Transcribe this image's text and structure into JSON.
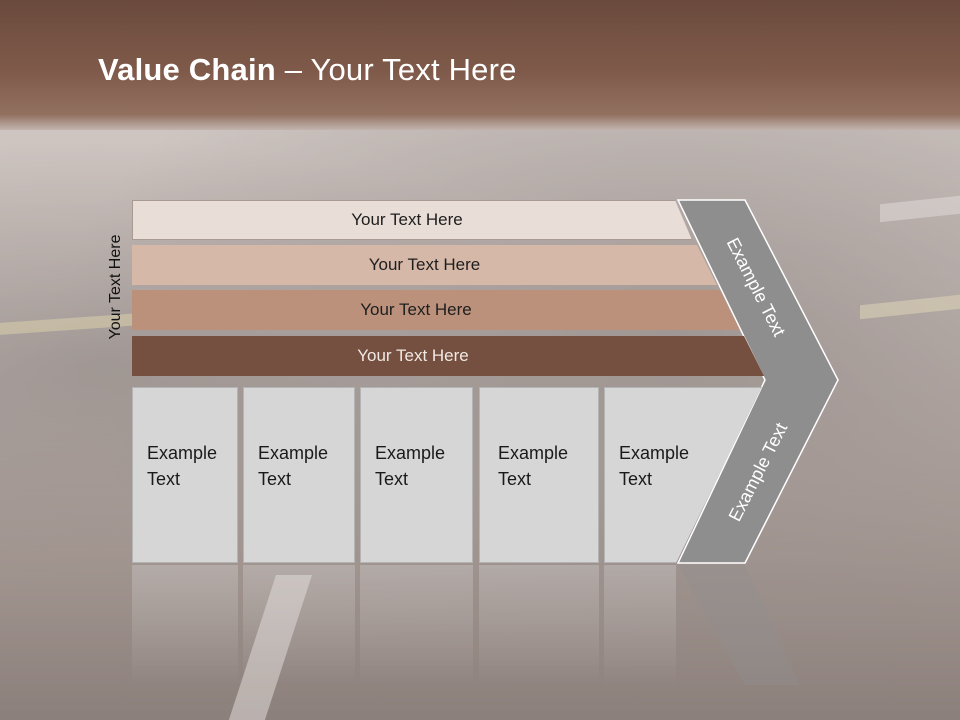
{
  "slide": {
    "title_bold": "Value Chain",
    "title_rest": " – Your Text Here",
    "side_label": "Your Text Here",
    "bars": [
      {
        "label": "Your Text Here",
        "color": "#e8ddd7"
      },
      {
        "label": "Your Text Here",
        "color": "#d6b8a8"
      },
      {
        "label": "Your Text Here",
        "color": "#bb917c"
      },
      {
        "label": "Your Text Here",
        "color": "#754f3f"
      }
    ],
    "columns": [
      {
        "line1": "Example",
        "line2": "Text"
      },
      {
        "line1": "Example",
        "line2": "Text"
      },
      {
        "line1": "Example",
        "line2": "Text"
      },
      {
        "line1": "Example",
        "line2": "Text"
      },
      {
        "line1": "Example",
        "line2": "Text"
      }
    ],
    "arrow_top_text": "Example Text",
    "arrow_bottom_text": "Example Text",
    "colors": {
      "header": "#7f5a4a",
      "arrow": "#8e8e8e",
      "column_fill": "#d6d6d6"
    }
  }
}
